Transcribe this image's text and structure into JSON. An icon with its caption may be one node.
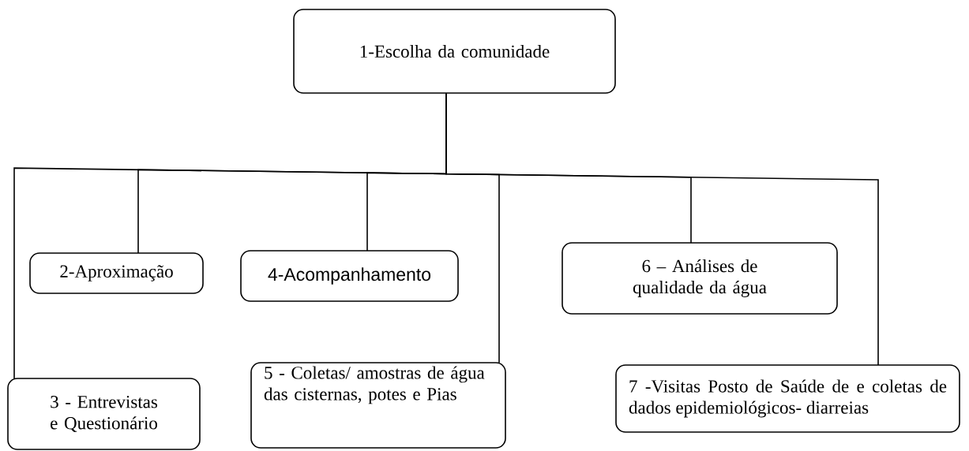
{
  "diagram": {
    "nodes": [
      {
        "text": [
          "1-Escolha da comunidade"
        ]
      },
      {
        "text": [
          "2-Aproximação"
        ]
      },
      {
        "text": [
          "3 - Entrevistas e Questionário"
        ]
      },
      {
        "text": [
          "4-Acompanhamento"
        ]
      },
      {
        "text": [
          "5 - Coletas/ amostras de água das cisternas, potes e Pias"
        ]
      },
      {
        "text": [
          "6 – Análises de qualidade da água"
        ]
      },
      {
        "text": [
          "7 -Visitas Posto de Saúde de e coletas de dados epidemiológicos- diarreias"
        ]
      }
    ],
    "edges": [
      {
        "from": 0,
        "to": 1,
        "arrow": "none"
      },
      {
        "from": 0,
        "to": 2,
        "arrow": "none"
      },
      {
        "from": 0,
        "to": 3,
        "arrow": "none"
      },
      {
        "from": 0,
        "to": 4,
        "arrow": "none"
      },
      {
        "from": 0,
        "to": 5,
        "arrow": "none"
      },
      {
        "from": 0,
        "to": 6,
        "arrow": "none"
      }
    ]
  }
}
